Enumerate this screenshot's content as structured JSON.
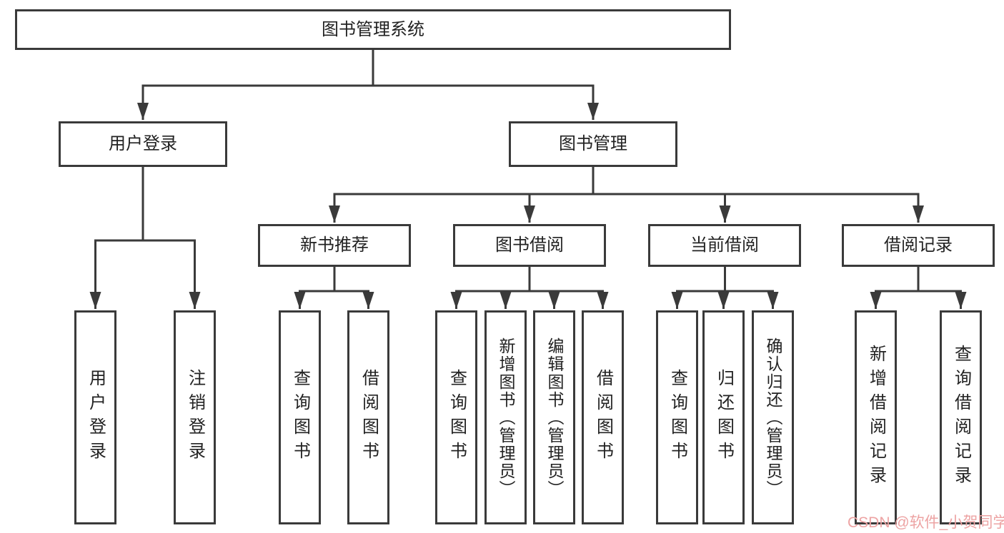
{
  "diagram": {
    "root": {
      "label": "图书管理系统"
    },
    "level2": {
      "user_login": {
        "label": "用户登录"
      },
      "book_management": {
        "label": "图书管理"
      }
    },
    "level3": {
      "new_book_recommend": {
        "label": "新书推荐"
      },
      "book_borrow": {
        "label": "图书借阅"
      },
      "current_borrow": {
        "label": "当前借阅"
      },
      "borrow_records": {
        "label": "借阅记录"
      }
    },
    "leaves": {
      "user_login": {
        "label": "用户登录"
      },
      "logout": {
        "label": "注销登录"
      },
      "recommend_query_books": {
        "label": "查询图书"
      },
      "recommend_borrow_books": {
        "label": "借阅图书"
      },
      "borrow_query_books": {
        "label": "查询图书"
      },
      "add_books_admin": {
        "label": "新增图书（管理员）"
      },
      "edit_books_admin": {
        "label": "编辑图书（管理员）"
      },
      "borrow_borrow_books": {
        "label": "借阅图书"
      },
      "current_query_books": {
        "label": "查询图书"
      },
      "return_books": {
        "label": "归还图书"
      },
      "confirm_return_admin": {
        "label": "确认归还（管理员）"
      },
      "add_borrow_record": {
        "label": "新增借阅记录"
      },
      "query_borrow_record": {
        "label": "查询借阅记录"
      }
    },
    "watermark": {
      "text": "CSDN @软件_小贺同学",
      "color": "#eda3a3"
    },
    "colors": {
      "line": "#3a3a3a",
      "text": "#222222",
      "box_background": "#ffffff",
      "page_background": "#ffffff"
    }
  }
}
